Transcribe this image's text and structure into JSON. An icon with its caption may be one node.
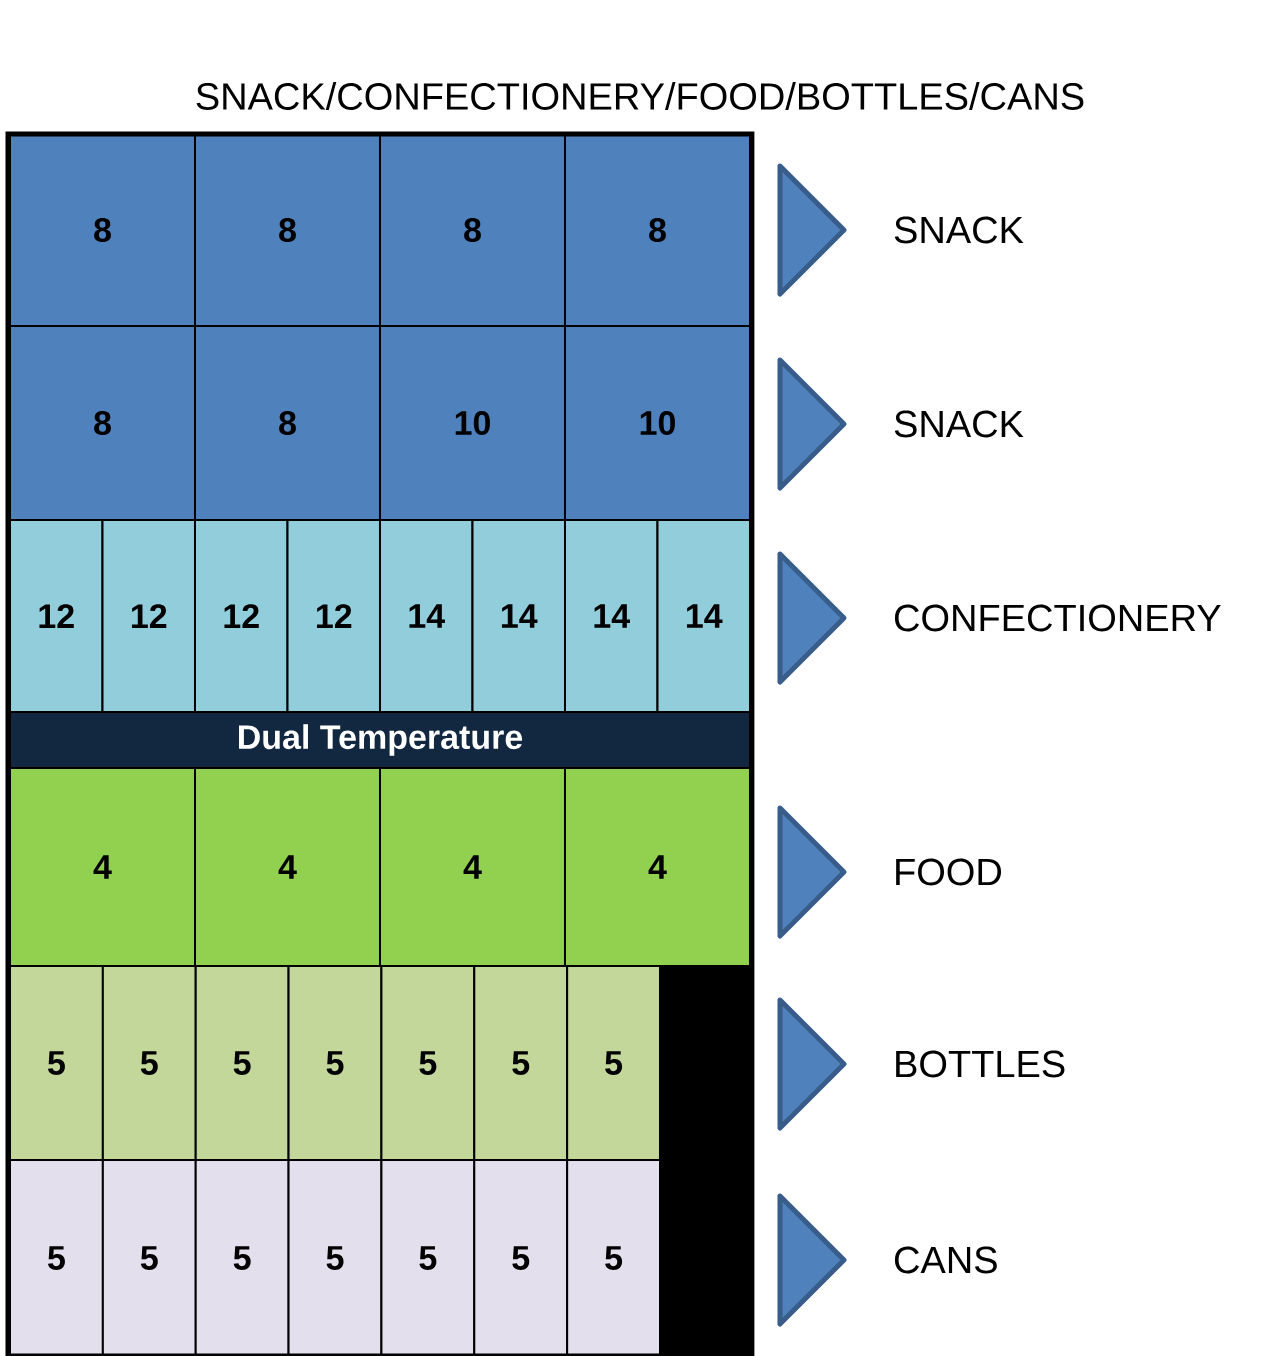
{
  "diagram": {
    "title": "SNACK/CONFECTIONERY/FOOD/BOTTLES/CANS",
    "nodes": [
      {
        "text": [
          "8"
        ]
      },
      {
        "text": [
          "8"
        ]
      },
      {
        "text": [
          "8"
        ]
      },
      {
        "text": [
          "8"
        ]
      },
      {
        "text": [
          "8"
        ]
      },
      {
        "text": [
          "8"
        ]
      },
      {
        "text": [
          "10"
        ]
      },
      {
        "text": [
          "10"
        ]
      },
      {
        "text": [
          "12"
        ]
      },
      {
        "text": [
          "12"
        ]
      },
      {
        "text": [
          "12"
        ]
      },
      {
        "text": [
          "12"
        ]
      },
      {
        "text": [
          "14"
        ]
      },
      {
        "text": [
          "14"
        ]
      },
      {
        "text": [
          "14"
        ]
      },
      {
        "text": [
          "14"
        ]
      },
      {
        "text": [
          "Dual Temperature"
        ]
      },
      {
        "text": [
          "4"
        ]
      },
      {
        "text": [
          "4"
        ]
      },
      {
        "text": [
          "4"
        ]
      },
      {
        "text": [
          "4"
        ]
      },
      {
        "text": [
          "5"
        ]
      },
      {
        "text": [
          "5"
        ]
      },
      {
        "text": [
          "5"
        ]
      },
      {
        "text": [
          "5"
        ]
      },
      {
        "text": [
          "5"
        ]
      },
      {
        "text": [
          "5"
        ]
      },
      {
        "text": [
          "5"
        ]
      },
      {
        "text": [],
        "shape": "box"
      },
      {
        "text": [
          "5"
        ]
      },
      {
        "text": [
          "5"
        ]
      },
      {
        "text": [
          "5"
        ]
      },
      {
        "text": [
          "5"
        ]
      },
      {
        "text": [
          "5"
        ]
      },
      {
        "text": [
          "5"
        ]
      },
      {
        "text": [
          "5"
        ]
      },
      {
        "text": [],
        "shape": "box"
      }
    ],
    "labels": [
      "SNACK",
      "SNACK",
      "CONFECTIONERY",
      "FOOD",
      "BOTTLES",
      "CANS"
    ]
  }
}
